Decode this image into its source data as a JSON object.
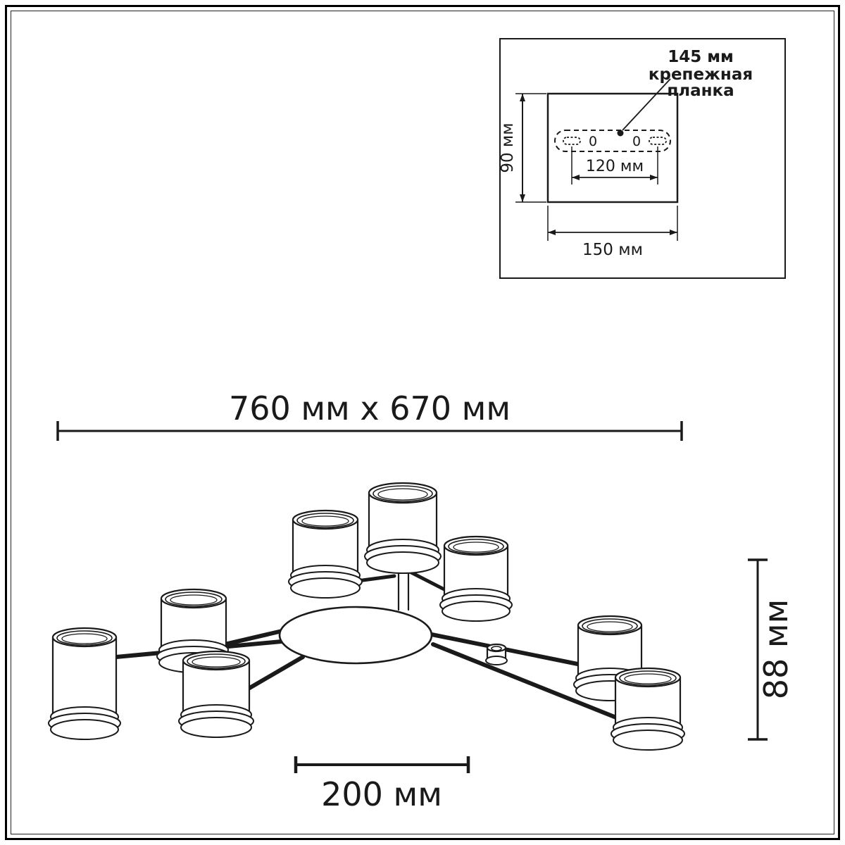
{
  "page": {
    "background": "#ffffff",
    "line_color": "#1a1a1a"
  },
  "inset": {
    "leader_value": "145 мм",
    "leader_label_line1": "крепежная",
    "leader_label_line2": "планка",
    "hole_left_label": "0",
    "hole_right_label": "0",
    "dim_plate_height": "90 мм",
    "dim_hole_spacing": "120 мм",
    "dim_plate_width": "150 мм"
  },
  "dimensions": {
    "overall_size": "760 мм x 670 мм",
    "fixture_height": "88 мм",
    "shade_width": "200 мм"
  }
}
